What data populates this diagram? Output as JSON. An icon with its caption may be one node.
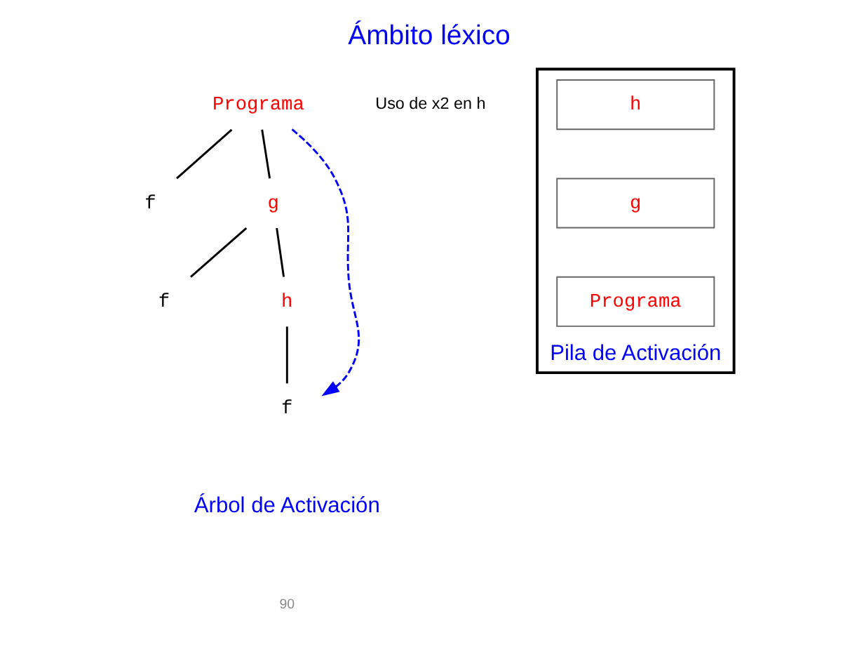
{
  "diagram": {
    "title": "Ámbito léxico",
    "nodes": [
      {
        "text": [
          "Programa"
        ]
      },
      {
        "text": [
          "f"
        ]
      },
      {
        "text": [
          "g"
        ]
      },
      {
        "text": [
          "f"
        ]
      },
      {
        "text": [
          "h"
        ]
      },
      {
        "text": [
          "f"
        ]
      },
      {
        "text": [
          "Pila de Activación"
        ]
      },
      {
        "text": [
          "h"
        ],
        "in": 6
      },
      {
        "text": [
          "g"
        ],
        "in": 6
      },
      {
        "text": [
          "Programa"
        ],
        "in": 6
      }
    ],
    "edges": [
      {
        "from": 0,
        "to": 1,
        "arrow": "none"
      },
      {
        "from": 0,
        "to": 2,
        "arrow": "none"
      },
      {
        "from": 2,
        "to": 3,
        "arrow": "none"
      },
      {
        "from": 2,
        "to": 4,
        "arrow": "none"
      },
      {
        "from": 4,
        "to": 5,
        "arrow": "none"
      },
      {
        "from": 0,
        "to": 5,
        "arrow": "to",
        "style": "dashed",
        "color": "#0000ff"
      }
    ],
    "labels": [
      "Uso de x2 en h",
      "Árbol de Activación",
      "90"
    ]
  }
}
